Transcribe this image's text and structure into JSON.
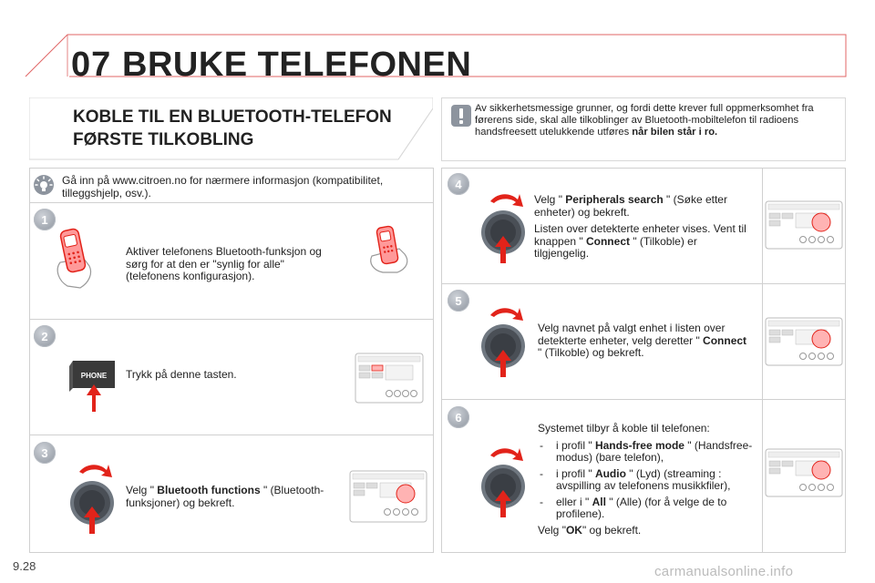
{
  "header": {
    "chapter_number": "07",
    "chapter_title": "BRUKE TELEFONEN"
  },
  "section": {
    "title": "KOBLE TIL EN BLUETOOTH-TELEFON",
    "subtitle": "FØRSTE TILKOBLING"
  },
  "warning": {
    "text_plain": "Av sikkerhetsmessige grunner, og fordi dette krever full oppmerksomhet fra førerens side, skal alle tilkoblinger av Bluetooth-mobiltelefon til radioens handsfreesett utelukkende utføres ",
    "text_bold": "når bilen står i ro."
  },
  "info": {
    "text": "Gå inn på www.citroen.no for nærmere informasjon (kompatibilitet, tilleggshjelp, osv.)."
  },
  "steps": {
    "s1": {
      "number": "1",
      "text": "Aktiver telefonens Bluetooth-funksjon og sørg for at den er \"synlig for alle\" (telefonens konfigurasjon)."
    },
    "s2": {
      "number": "2",
      "text": "Trykk på denne tasten.",
      "button_label": "PHONE"
    },
    "s3": {
      "number": "3",
      "pre": "Velg \" ",
      "bold": "Bluetooth functions",
      "post": " \" (Bluetooth-funksjoner) og bekreft."
    },
    "s4": {
      "number": "4",
      "p1_pre": "Velg \" ",
      "p1_bold": "Peripherals search",
      "p1_post": " \" (Søke etter enheter) og bekreft.",
      "p2_pre": "Listen over detekterte enheter vises. Vent til knappen \" ",
      "p2_bold": "Connect",
      "p2_post": " \" (Tilkoble) er tilgjengelig."
    },
    "s5": {
      "number": "5",
      "pre": "Velg navnet på valgt enhet i listen over detekterte enheter, velg deretter \" ",
      "bold": "Connect",
      "post": " \" (Tilkoble) og bekreft."
    },
    "s6": {
      "number": "6",
      "intro": "Systemet tilbyr å koble til telefonen:",
      "items": [
        {
          "pre": "i profil \" ",
          "bold": "Hands-free mode",
          "post": " \" (Handsfree-modus) (bare telefon),"
        },
        {
          "pre": "i profil \" ",
          "bold": "Audio",
          "post": " \" (Lyd) (streaming : avspilling av telefonens musikkfiler),"
        },
        {
          "pre": "eller i \" ",
          "bold": "All",
          "post": " \" (Alle) (for å velge de to profilene)."
        }
      ],
      "outro_pre": "Velg \"",
      "outro_bold": "OK",
      "outro_post": "\" og bekreft."
    }
  },
  "footer": {
    "page_number": "9.28",
    "watermark": "carmanualsonline.info"
  },
  "colors": {
    "accent_red": "#e2231a",
    "header_line": "#d9534f",
    "panel_border": "#d0d0d0"
  }
}
